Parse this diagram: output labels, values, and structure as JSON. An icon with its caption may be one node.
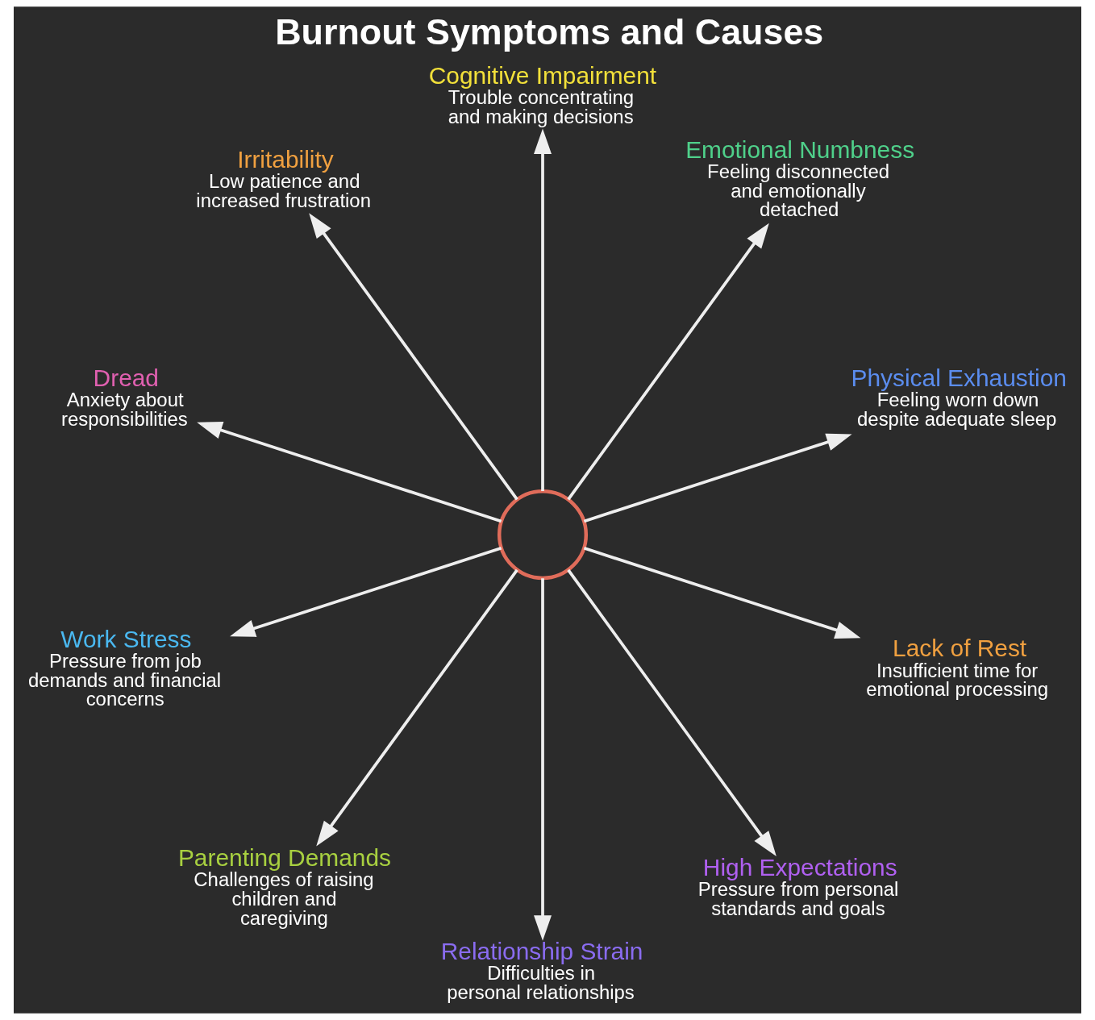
{
  "diagram": {
    "title": "Burnout Symptoms and Causes",
    "nodes": [
      {
        "text": [],
        "shape": "person"
      },
      {
        "text": [
          "Physical Exhaustion",
          "Feeling worn down despite adequate sleep"
        ]
      },
      {
        "text": [
          "Emotional Numbness",
          "Feeling disconnected and emotionally detached"
        ]
      },
      {
        "text": [
          "Cognitive Impairment",
          "Trouble concentrating and making decisions"
        ]
      },
      {
        "text": [
          "Irritability",
          "Low patience and increased frustration"
        ]
      },
      {
        "text": [
          "Dread",
          "Anxiety about responsibilities"
        ]
      },
      {
        "text": [
          "Work Stress",
          "Pressure from job demands and financial concerns"
        ]
      },
      {
        "text": [
          "Parenting Demands",
          "Challenges of raising children and caregiving"
        ]
      },
      {
        "text": [
          "Relationship Strain",
          "Difficulties in personal relationships"
        ]
      },
      {
        "text": [
          "High Expectations",
          "Pressure from personal standards and goals"
        ]
      },
      {
        "text": [
          "Lack of Rest",
          "Insufficient time for emotional processing"
        ]
      }
    ],
    "edges": [
      {
        "from": 0,
        "to": 1,
        "arrow": "to"
      },
      {
        "from": 0,
        "to": 2,
        "arrow": "to"
      },
      {
        "from": 0,
        "to": 3,
        "arrow": "to"
      },
      {
        "from": 0,
        "to": 4,
        "arrow": "to"
      },
      {
        "from": 0,
        "to": 5,
        "arrow": "to"
      },
      {
        "from": 0,
        "to": 6,
        "arrow": "to"
      },
      {
        "from": 0,
        "to": 7,
        "arrow": "to"
      },
      {
        "from": 0,
        "to": 8,
        "arrow": "to"
      },
      {
        "from": 0,
        "to": 9,
        "arrow": "to"
      },
      {
        "from": 0,
        "to": 10,
        "arrow": "to"
      }
    ]
  }
}
